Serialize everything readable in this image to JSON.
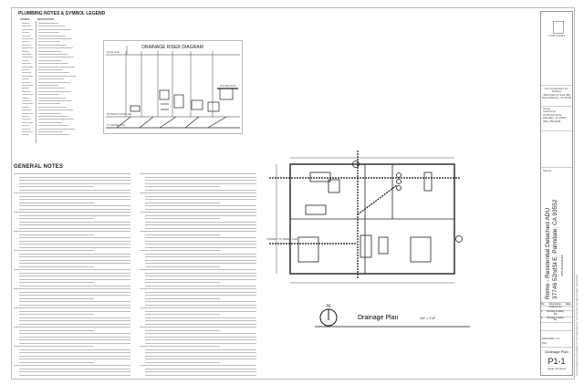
{
  "legend": {
    "title": "PLUMBING NOTES & SYMBOL LEGEND",
    "col_symbol": "SYMBOL",
    "col_description": "DESCRIPTION"
  },
  "riser": {
    "title": "DRAINAGE RISER DIAGRAM",
    "roof_line": "ROOF LINE",
    "floor_line": "FINISHED FLOOR LINE",
    "sewer_line": "TO SEWER LINE",
    "fixture_label": "KITCHEN SINK"
  },
  "notes": {
    "title": "GENERAL NOTES"
  },
  "plan": {
    "title": "Drainage Plan",
    "scale": "1/4\" = 1'-0\"",
    "north": "N",
    "connect_note": "CONNECT TO SEWER LINE"
  },
  "title_block": {
    "company_logo": "COMPCODES",
    "company_lines": [
      "The CompCodes Inc.",
      "Drafting",
      "3463 State St Suite 395",
      "Santa Barbara, CA 93105"
    ],
    "owner_label": "Owner",
    "owner_lines": [
      "Uriel Romo",
      "37746 52ndSt E.",
      "Palmdale, CA 93552",
      "(661) 789-6205"
    ],
    "stamps_label": "Stamps",
    "project_title": "Romo - Residential Detached ADU",
    "project_address": "37746 52ndSt E. Palmdale, CA 93552",
    "apn": "APN 3023041005",
    "rev_headers": [
      "No.",
      "Description",
      "Date"
    ],
    "revisions": [
      {
        "no": "",
        "desc": "Progress Set",
        "date": ""
      },
      {
        "no": "1",
        "desc": "Bunding & Safety Set",
        "date": ""
      },
      {
        "no": "2",
        "desc": "Bunding & Safety Set",
        "date": ""
      }
    ],
    "drafter": "DRAFTER: A.V.",
    "pm": "P.M.:",
    "sheet_name": "Drainage Plan",
    "sheet_number": "P1-1",
    "scale": "Scale: As Noted",
    "side_note": "These drawings are the property of The CompCodes Inc. and not to be used without written authorization"
  },
  "colors": {
    "line": "#222222",
    "border": "#999999"
  }
}
